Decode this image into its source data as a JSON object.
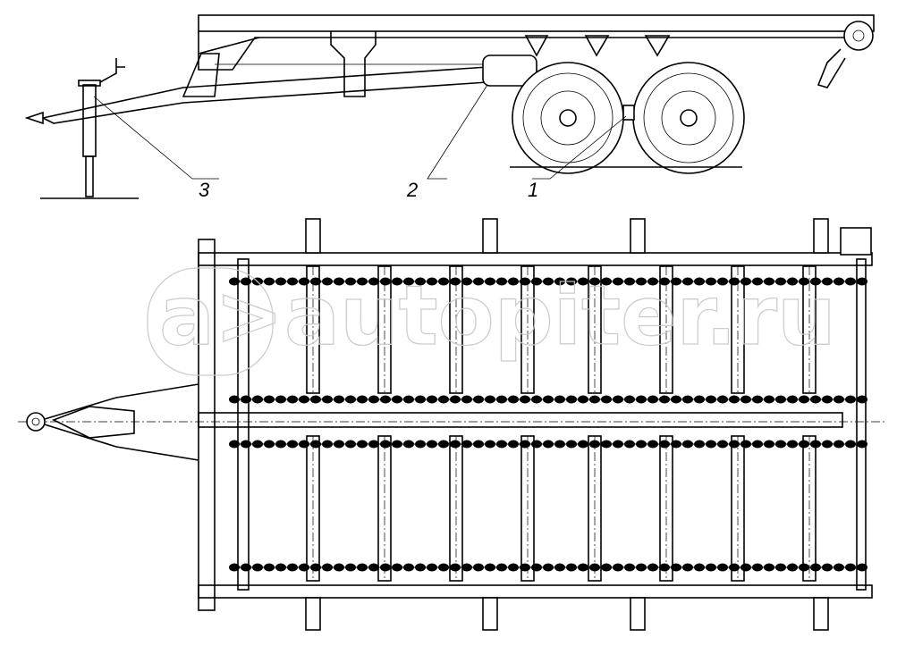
{
  "callouts": [
    {
      "number": "3"
    },
    {
      "number": "2"
    },
    {
      "number": "1"
    }
  ],
  "watermark": {
    "text": "autopiter.ru",
    "logo": "a>"
  },
  "colors": {
    "line": "#000000",
    "watermark": "#c8c8c8"
  }
}
